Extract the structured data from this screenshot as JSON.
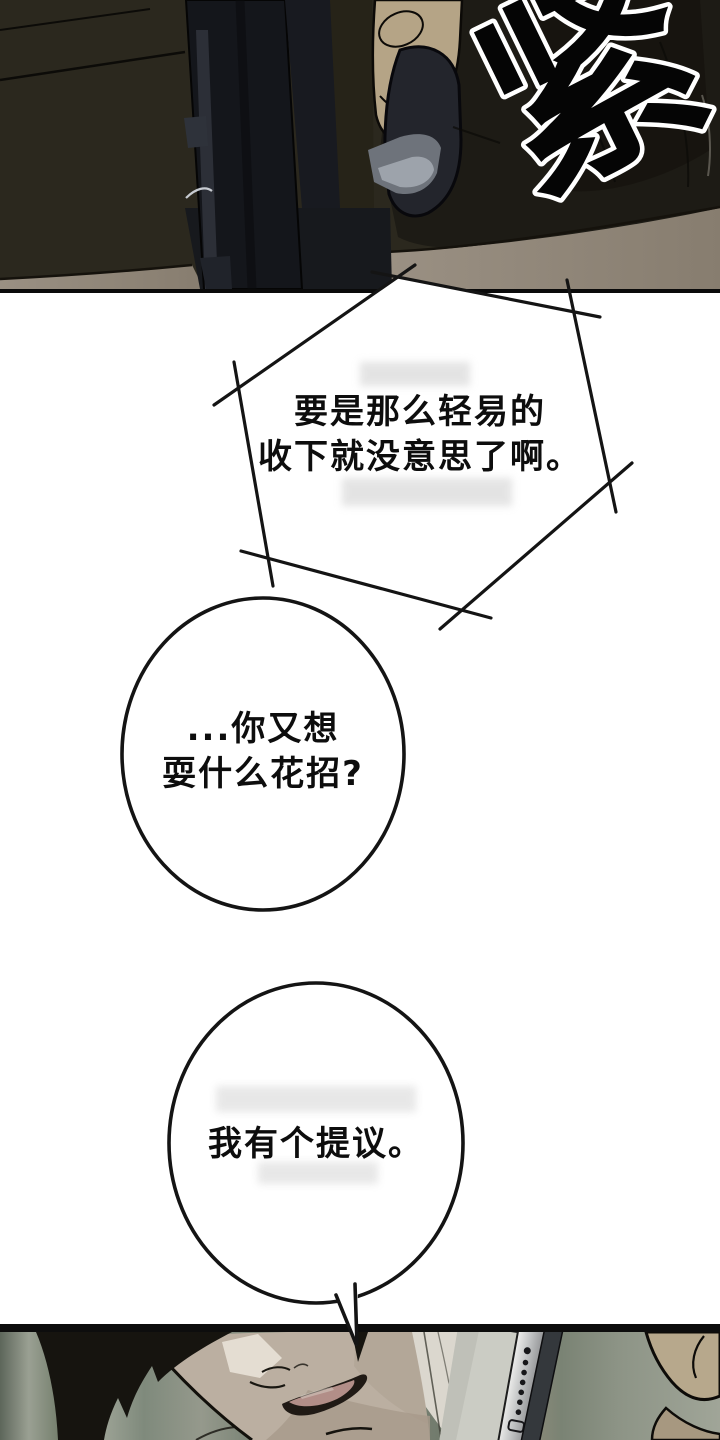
{
  "comic_page": {
    "kind": "webtoon-panel-page",
    "sfx": {
      "text": "紧",
      "style": "black-glyph-white-outline-rotated"
    },
    "dialogue": [
      {
        "bubble_shape": "jagged-hexagon",
        "lines": [
          "要是那么轻易的",
          "收下就没意思了啊。"
        ]
      },
      {
        "bubble_shape": "oval",
        "lines": [
          "...你又想",
          "耍什么花招?"
        ]
      },
      {
        "bubble_shape": "oval-with-tail",
        "lines": [
          "我有个提议。"
        ]
      }
    ]
  },
  "colors": {
    "page_background": "#ffffff",
    "panel_border": "#0a0a0a",
    "bubble_outline": "#141414",
    "dialogue_text": "#0d0d0d",
    "top_panel_background": "#2b281e",
    "floor_tan": "#8d8375",
    "hand_skin": "#b5a486",
    "gun_dark": "#14161b",
    "trigger_guard_gray": "#9da3ab",
    "bottom_background_green": "#87907f",
    "face_skin": "#bbafa1",
    "lips_pink": "#b28e88",
    "hair_black": "#16140f",
    "phone_chrome": "#d9dadb",
    "phone_edge_dark": "#34383c"
  }
}
